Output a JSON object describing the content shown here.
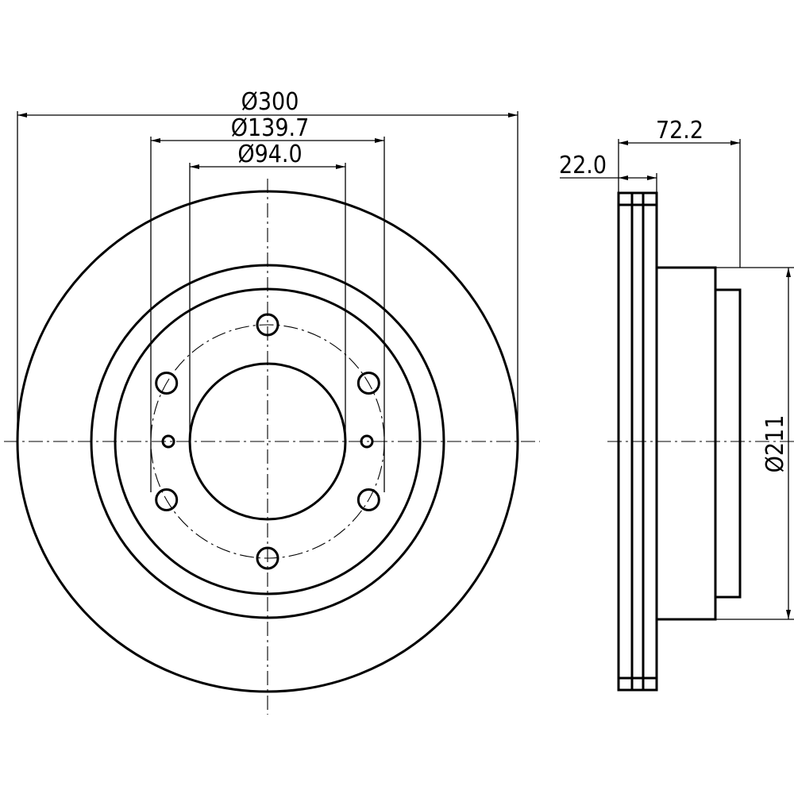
{
  "front_view": {
    "dim_outer_diameter": "Ø300",
    "dim_bolt_circle": "Ø139.7",
    "dim_center_bore": "Ø94.0",
    "bolt_hole_count": 6,
    "locator_hole_count": 2
  },
  "side_view": {
    "dim_total_height": "72.2",
    "dim_thickness": "22.0",
    "dim_hat_diameter": "Ø211"
  }
}
